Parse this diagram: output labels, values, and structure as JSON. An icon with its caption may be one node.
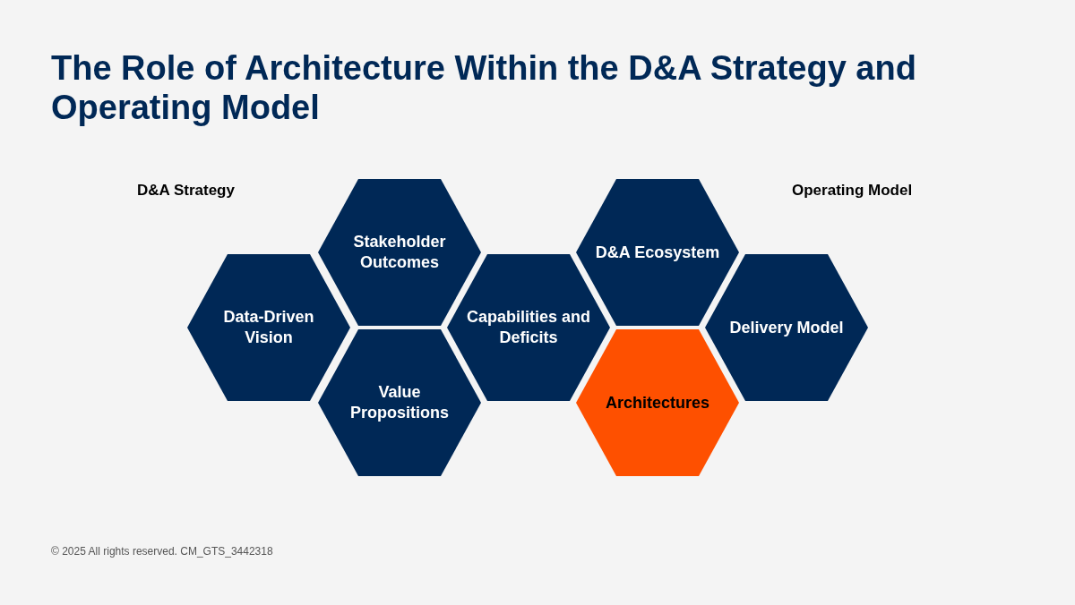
{
  "diagram": {
    "title": "The Role of Architecture Within the D&A Strategy and Operating Model",
    "nodes": [
      {
        "text": [
          "Data-Driven Vision"
        ]
      },
      {
        "text": [
          "Stakeholder Outcomes"
        ]
      },
      {
        "text": [
          "Value Propositions"
        ]
      },
      {
        "text": [
          "Capabilities and Deficits"
        ]
      },
      {
        "text": [
          "D&A Ecosystem"
        ]
      },
      {
        "text": [
          "Architectures"
        ]
      },
      {
        "text": [
          "Delivery Model"
        ]
      }
    ],
    "labels": [
      "D&A Strategy",
      "Operating Model",
      "© 2025 All rights reserved. CM_GTS_3442318"
    ]
  }
}
